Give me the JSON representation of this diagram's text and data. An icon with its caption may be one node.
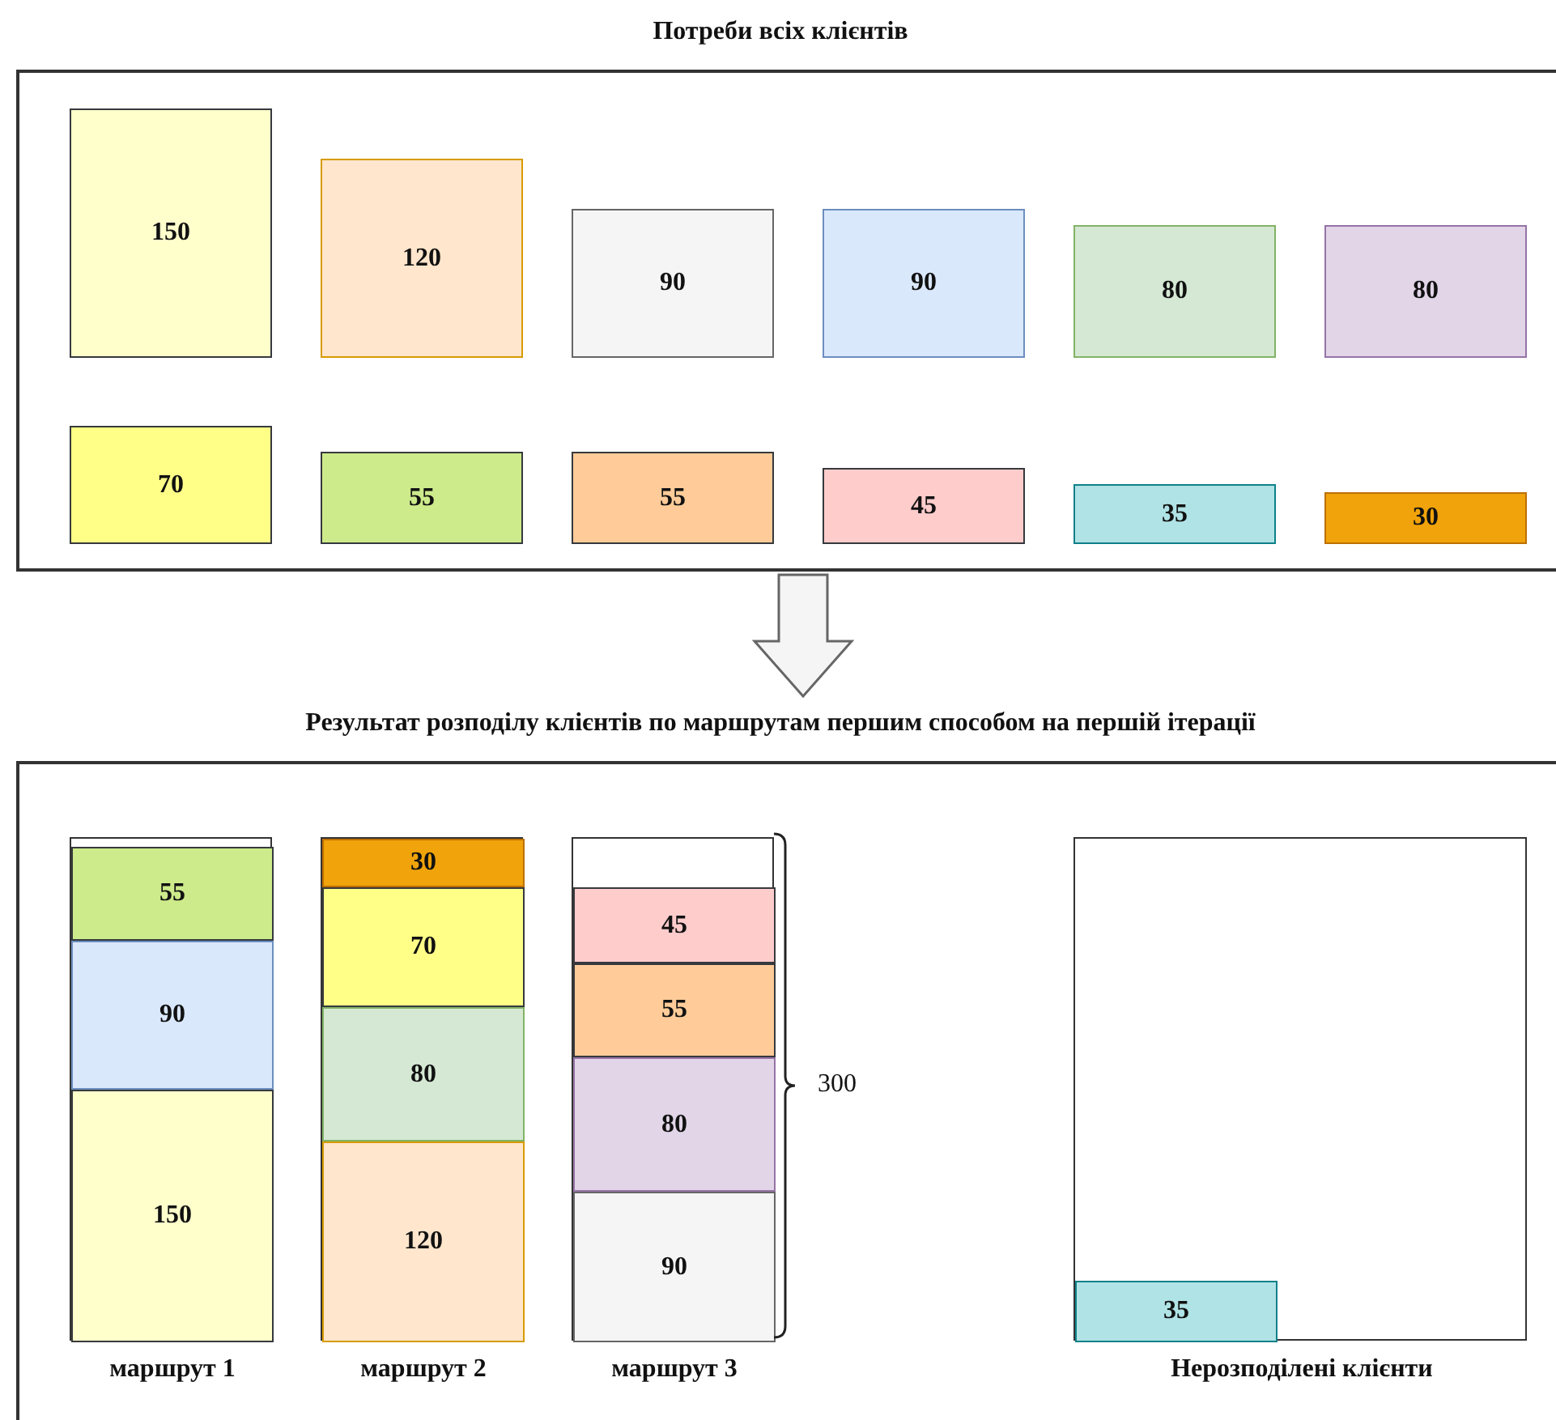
{
  "diagram": {
    "nodes": [
      {
        "text": [
          "Потреби всіх клієнтів"
        ]
      },
      {
        "text": [
          "150"
        ],
        "in": 0
      },
      {
        "text": [
          "120"
        ],
        "in": 0
      },
      {
        "text": [
          "90"
        ],
        "in": 0
      },
      {
        "text": [
          "90"
        ],
        "in": 0
      },
      {
        "text": [
          "80"
        ],
        "in": 0
      },
      {
        "text": [
          "80"
        ],
        "in": 0
      },
      {
        "text": [
          "70"
        ],
        "in": 0
      },
      {
        "text": [
          "55"
        ],
        "in": 0
      },
      {
        "text": [
          "55"
        ],
        "in": 0
      },
      {
        "text": [
          "45"
        ],
        "in": 0
      },
      {
        "text": [
          "35"
        ],
        "in": 0
      },
      {
        "text": [
          "30"
        ],
        "in": 0
      },
      {
        "text": [
          "Результат розподілу клієнтів по маршрутам першим способом на першій ітерації"
        ]
      },
      {
        "text": [
          "маршрут 1"
        ],
        "in": 13
      },
      {
        "text": [
          "55"
        ],
        "in": 14
      },
      {
        "text": [
          "90"
        ],
        "in": 14
      },
      {
        "text": [
          "150"
        ],
        "in": 14
      },
      {
        "text": [
          "маршрут 2"
        ],
        "in": 13
      },
      {
        "text": [
          "30"
        ],
        "in": 18
      },
      {
        "text": [
          "70"
        ],
        "in": 18
      },
      {
        "text": [
          "80"
        ],
        "in": 18
      },
      {
        "text": [
          "120"
        ],
        "in": 18
      },
      {
        "text": [
          "маршрут 3"
        ],
        "in": 13,
        "beside": [
          "300"
        ]
      },
      {
        "text": [
          "45"
        ],
        "in": 23
      },
      {
        "text": [
          "55"
        ],
        "in": 23
      },
      {
        "text": [
          "80"
        ],
        "in": 23
      },
      {
        "text": [
          "90"
        ],
        "in": 23
      },
      {
        "text": [
          "Нерозподілені клієнти"
        ],
        "in": 13
      },
      {
        "text": [
          "35"
        ],
        "in": 28
      }
    ],
    "edges": [
      {
        "from": 0,
        "to": 13,
        "arrow": "to"
      }
    ]
  }
}
